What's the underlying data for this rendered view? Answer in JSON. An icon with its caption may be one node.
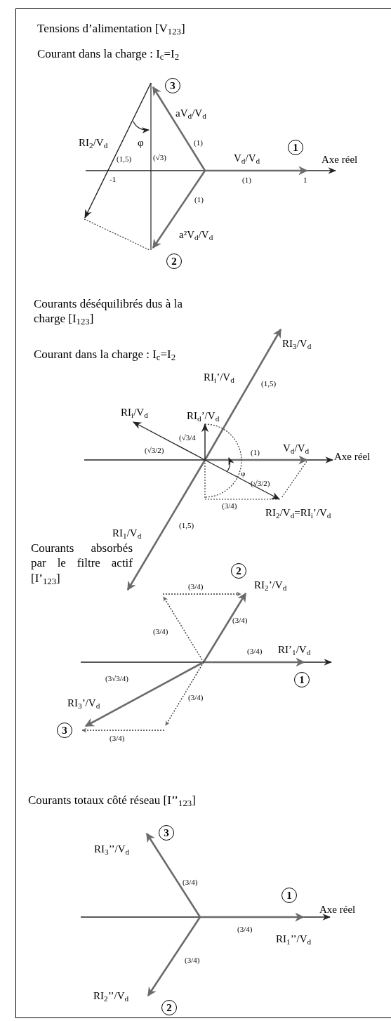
{
  "diagram": {
    "labels": [
      "Tensions d’alimentation [V$_{123}$]",
      "Courant dans la charge : I$_{c}$=I$_{2}$",
      "3",
      "aV$_{d}$/V$_{d}$",
      "(1)",
      "RI$_{2}$/V$_{d}$",
      "φ",
      "(1,5)",
      "(√3)",
      "V$_{d}$/V$_{d}$",
      "1",
      "Axe réel",
      "-1",
      "(1)",
      "1",
      "(1)",
      "a²V$_{d}$/V$_{d}$",
      "2",
      "Courants déséquilibrés dus à la charge [I$_{123}$]",
      "Courant dans la charge : I$_{c}$=I$_{2}$",
      "RI$_{3}$/V$_{d}$",
      "RI$_{i}$’/V$_{d}$",
      "(1,5)",
      "RI$_{i}$/V$_{d}$",
      "RI$_{d}$’/V$_{d}$",
      "(√3/4",
      "(√3/2)",
      "(1)",
      "V$_{d}$/V$_{d}$",
      "Axe réel",
      "φ",
      "(√3/2)",
      "(3/4)",
      "RI$_{2}$/V$_{d}$=RI$_{i}$’/V$_{d}$",
      "(1,5)",
      "RI$_{1}$/V$_{d}$",
      "Courants absorbés par le filtre actif [I’$_{123}$]",
      "2",
      "(3/4)",
      "RI$_{2}$’/V$_{d}$",
      "(3/4)",
      "(3/4)",
      "(3/4)",
      "RI’$_{1}$/V$_{d}$",
      "(3√3/4)",
      "1",
      "RI$_{3}$’/V$_{d}$",
      "(3/4)",
      "3",
      "(3/4)",
      "Courants totaux côté réseau [I’’$_{123}$]",
      "3",
      "RI$_{3}$’’/V$_{d}$",
      "(3/4)",
      "1",
      "Axe réel",
      "(3/4)",
      "RI$_{1}$’’/V$_{d}$",
      "(3/4)",
      "RI$_{2}$’’/V$_{d}$",
      "2"
    ]
  }
}
